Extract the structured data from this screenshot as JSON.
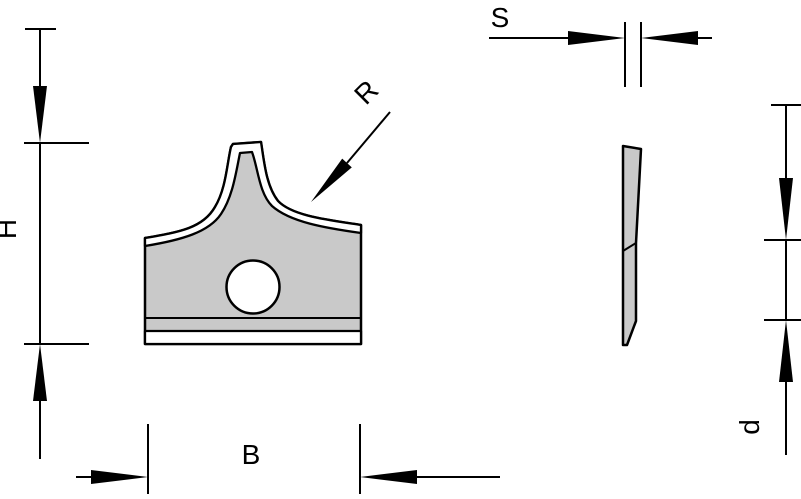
{
  "drawing": {
    "labels": {
      "height": "H",
      "width": "B",
      "radius": "R",
      "thickness": "S",
      "depth": "d"
    },
    "colors": {
      "part_fill": "#c9c9c9",
      "outline": "#000000",
      "background": "#ffffff"
    }
  }
}
